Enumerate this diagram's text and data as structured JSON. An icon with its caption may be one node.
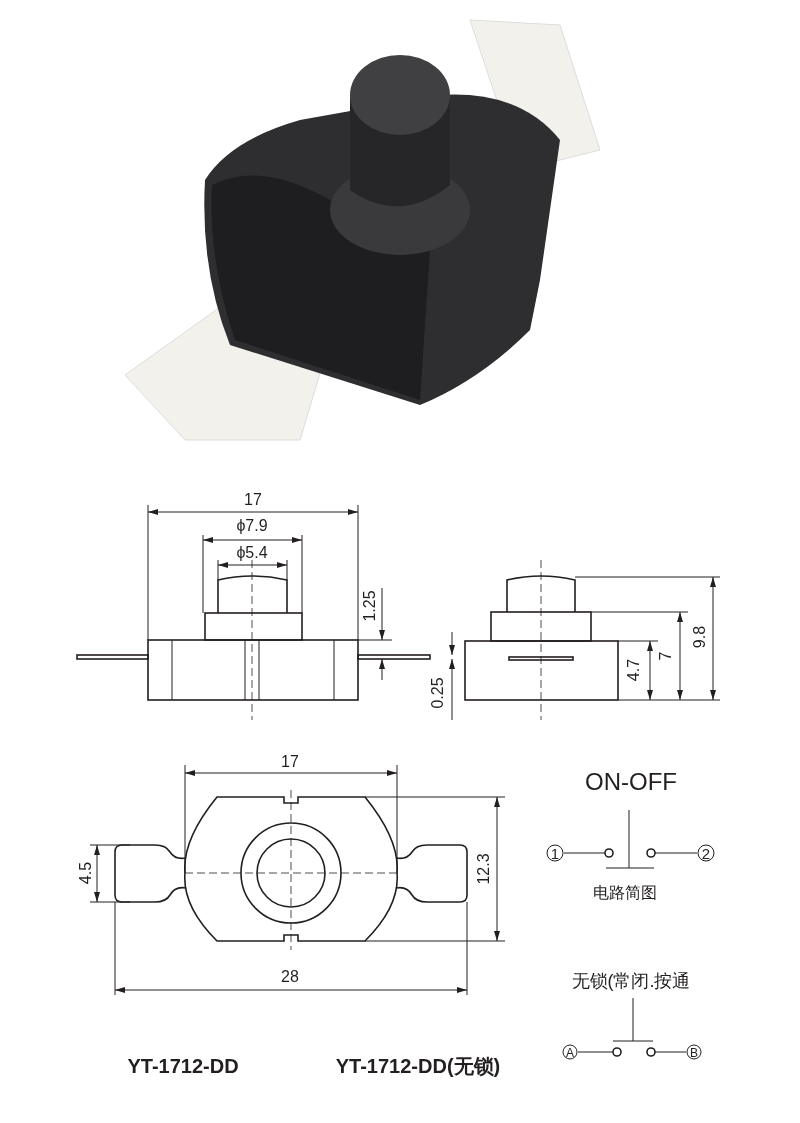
{
  "diagram": {
    "labels": [
      "17",
      "ϕ7.9",
      "ϕ5.4",
      "1.25",
      "0.25",
      "4.7",
      "7",
      "9.8",
      "17",
      "ON-OFF",
      "4.5",
      "12.3",
      "1",
      "2",
      "电路简图",
      "28",
      "无锁(常闭.按通",
      "A",
      "B",
      "YT-1712-DD",
      "YT-1712-DD(无锁)"
    ]
  }
}
